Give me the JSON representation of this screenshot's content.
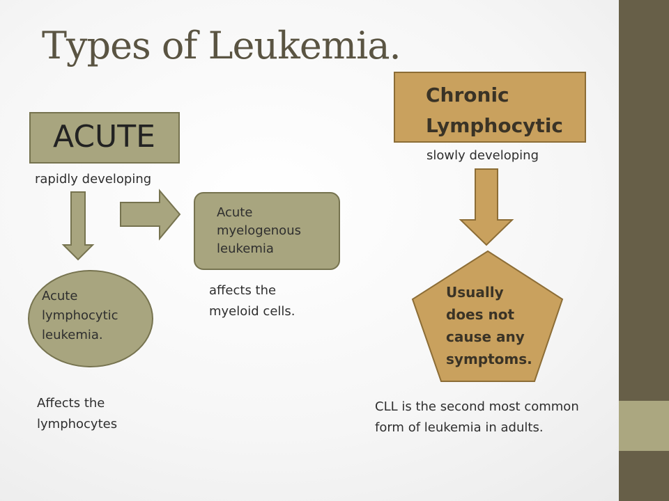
{
  "slide": {
    "title": "Types of Leukemia.",
    "acute": {
      "label": "ACUTE",
      "description": "rapidly developing",
      "lymphocytic": {
        "label": "Acute\nlymphocytic\nleukemia.",
        "note": "Affects the\nlymphocytes"
      },
      "myelogenous": {
        "label": "Acute\nmyelogenous\nleukemia",
        "note": "affects the\nmyeloid cells."
      }
    },
    "chronic": {
      "label": "Chronic\nLymphocytic",
      "description": "slowly developing",
      "callout": "Usually\ndoes not\ncause any\nsymptoms.",
      "note": "CLL is the second most common\nform of leukemia in adults."
    }
  },
  "colors": {
    "olive_fill": "#a8a57f",
    "olive_border": "#76734f",
    "tan_fill": "#c9a15e",
    "tan_border": "#8c6d36",
    "side_bar": "#675f48",
    "side_bar_accent": "#aba780",
    "title_text": "#5a5442"
  }
}
